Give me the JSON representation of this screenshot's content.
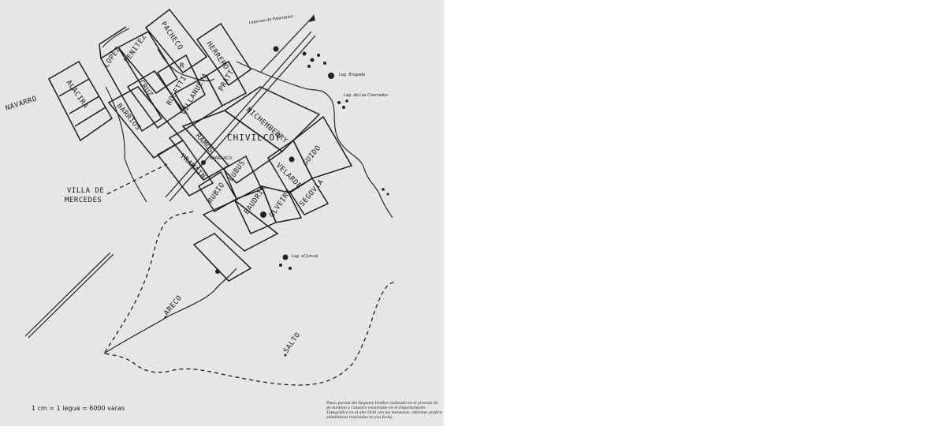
{
  "map": {
    "town": "CHIVILCOY",
    "plots": [
      "PACHECO",
      "HERRERO",
      "LOPEZ",
      "BENITEZ",
      "CRUZ",
      "ROSETTI",
      "VILLANUEVA",
      "PRATT",
      "NICHEMBERRY",
      "ALACIRA",
      "BARRIOS",
      "RAMOS",
      "YRAMAIN",
      "RUBIO",
      "LUBUS",
      "VELARDE",
      "GUIDO",
      "SEGOVIA",
      "OLVEIRA",
      "BAUDRIX",
      "R"
    ],
    "places": {
      "navarro": "NAVARRO",
      "mercedes_line1": "VILLA DE",
      "mercedes_line2": "MERCEDES",
      "areco": "ARECO",
      "salto": "SALTO"
    },
    "small_labels": {
      "lagunas": "Lagunas de Palantalen",
      "laguna_brogada": "Lag. Brogada",
      "laguna_cherrados": "Lag. de Los Cherrados",
      "laguna_junta": "Lag. el Juncal",
      "barranco": "BARRANCO"
    },
    "scale": "1 cm = 1 legua = 6000 varas",
    "note": [
      "Plano parcial del Registro Gráfico realizado en el proceso de",
      "de dominio y Catastro construido en el Departamento",
      "Topográfico en el año 1836 con las mensuras, informes grafico-",
      "estadísticos realizados en esa fecha."
    ]
  }
}
